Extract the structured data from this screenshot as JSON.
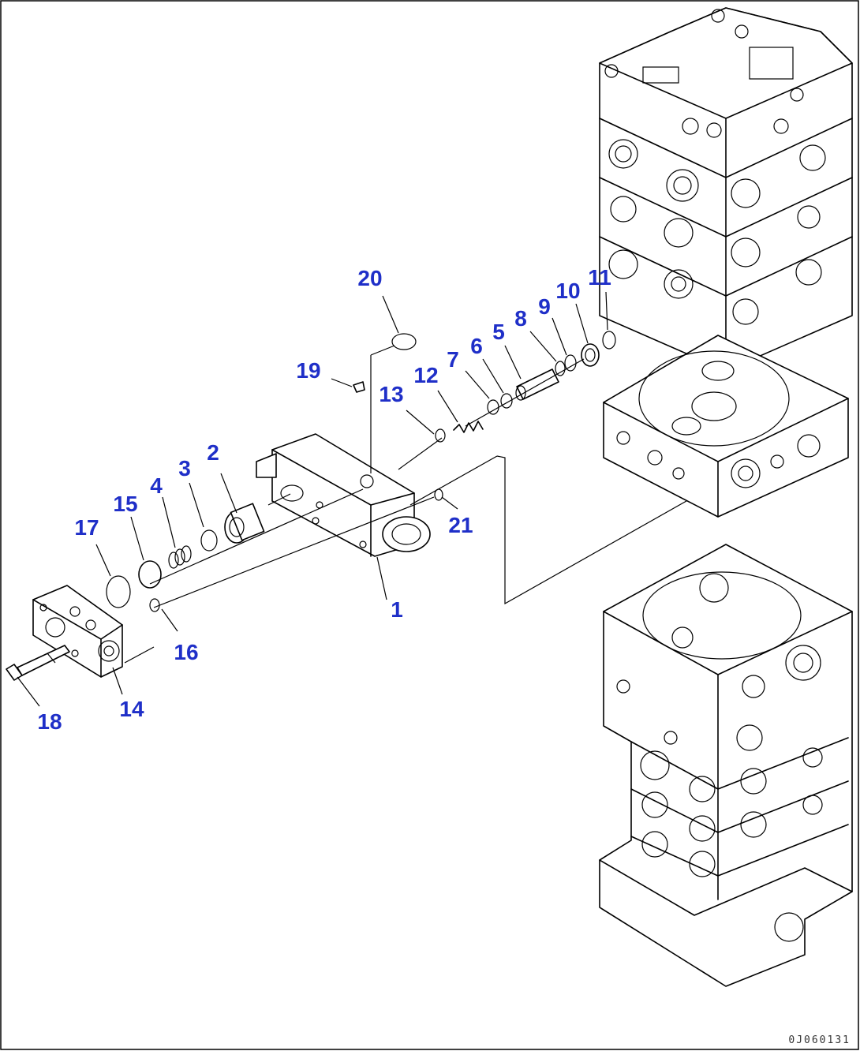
{
  "callouts": [
    {
      "id": "c1",
      "label": "1"
    },
    {
      "id": "c2",
      "label": "2"
    },
    {
      "id": "c3",
      "label": "3"
    },
    {
      "id": "c4",
      "label": "4"
    },
    {
      "id": "c5",
      "label": "5"
    },
    {
      "id": "c6",
      "label": "6"
    },
    {
      "id": "c7",
      "label": "7"
    },
    {
      "id": "c8",
      "label": "8"
    },
    {
      "id": "c9",
      "label": "9"
    },
    {
      "id": "c10",
      "label": "10"
    },
    {
      "id": "c11",
      "label": "11"
    },
    {
      "id": "c12",
      "label": "12"
    },
    {
      "id": "c13",
      "label": "13"
    },
    {
      "id": "c14",
      "label": "14"
    },
    {
      "id": "c15",
      "label": "15"
    },
    {
      "id": "c16",
      "label": "16"
    },
    {
      "id": "c17",
      "label": "17"
    },
    {
      "id": "c18",
      "label": "18"
    },
    {
      "id": "c19",
      "label": "19"
    },
    {
      "id": "c20",
      "label": "20"
    },
    {
      "id": "c21",
      "label": "21"
    }
  ],
  "drawing_code": "0J060131",
  "colors": {
    "callout": "#1f2fc8",
    "line": "#000000",
    "background": "#ffffff"
  }
}
